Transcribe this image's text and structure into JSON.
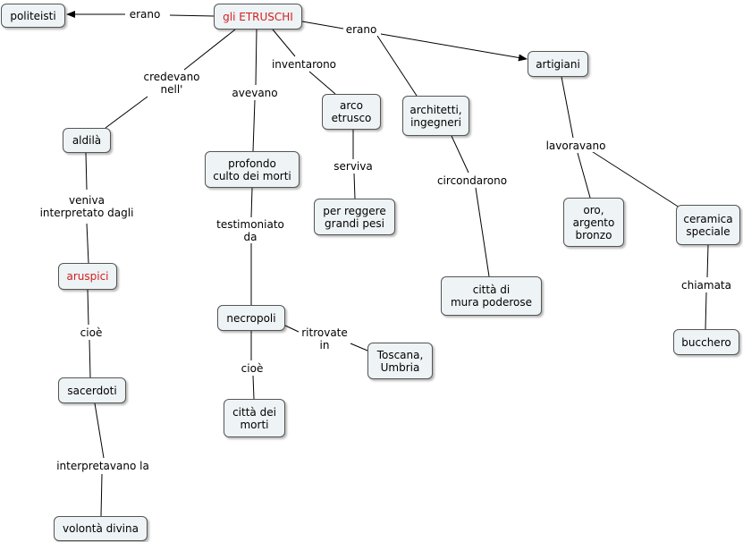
{
  "colors": {
    "node_fill": "#eef3f5",
    "node_border": "#555555",
    "highlight_text": "#d42020",
    "line": "#000000"
  },
  "nodes": {
    "etruschi": "gli ETRUSCHI",
    "politeisti": "politeisti",
    "artigiani": "artigiani",
    "aldila": "aldilà",
    "aruspici": "aruspici",
    "sacerdoti": "sacerdoti",
    "volonta": "volontà divina",
    "profondo": "profondo\nculto dei morti",
    "necropoli": "necropoli",
    "citta_morti": "città dei\nmorti",
    "toscana": "Toscana,\nUmbria",
    "arco": "arco\netrusco",
    "pesi": "per reggere\ngrandi pesi",
    "architetti": "architetti,\ningegneri",
    "mura": "città di\nmura poderose",
    "oro": "oro,\nargento\nbronzo",
    "ceramica": "ceramica\nspeciale",
    "bucchero": "bucchero"
  },
  "links": {
    "erano_politeisti": "erano",
    "erano_artigiani": "erano",
    "credevano": "credevano\nnell'",
    "avevano": "avevano",
    "inventarono": "inventarono",
    "veniva": "veniva\ninterpretato dagli",
    "cioe_aruspici": "cioè",
    "interpretavano": "interpretavano la",
    "testimoniato": "testimoniato\nda",
    "cioe_necropoli": "cioè",
    "ritrovate": "ritrovate\nin",
    "serviva": "serviva",
    "circondarono": "circondarono",
    "lavoravano": "lavoravano",
    "chiamata": "chiamata"
  }
}
